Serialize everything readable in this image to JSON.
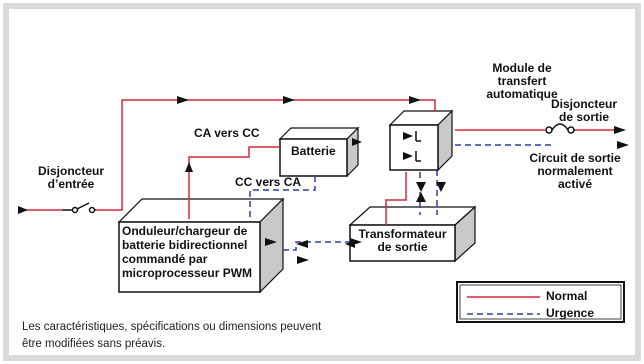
{
  "colors": {
    "frame": "#d9d9d9",
    "normal": "#d62839",
    "urgence": "#2e3f9e",
    "box_fill": "#ffffff",
    "box_side": "#c9c9c9",
    "stroke": "#111111"
  },
  "labels": {
    "module_transfert": [
      "Module de",
      "transfert",
      "automatique"
    ],
    "disjoncteur_sortie": [
      "Disjoncteur",
      "de sortie"
    ],
    "circuit_sortie": [
      "Circuit de sortie",
      "normalement",
      "activé"
    ],
    "disjoncteur_entree": [
      "Disjoncteur",
      "d’entrée"
    ],
    "ca_vers_cc": "CA vers CC",
    "cc_vers_ca": "CC vers CA",
    "batterie": "Batterie",
    "onduleur": [
      "Onduleur/chargeur de",
      "batterie bidirectionnel",
      "commandé par",
      "microprocesseur PWM"
    ],
    "transformateur": [
      "Transformateur",
      "de sortie"
    ]
  },
  "legend": {
    "normal": "Normal",
    "urgence": "Urgence"
  },
  "note": [
    "Les caractéristiques, spécifications ou dimensions peuvent",
    "être modifiées sans préavis."
  ]
}
